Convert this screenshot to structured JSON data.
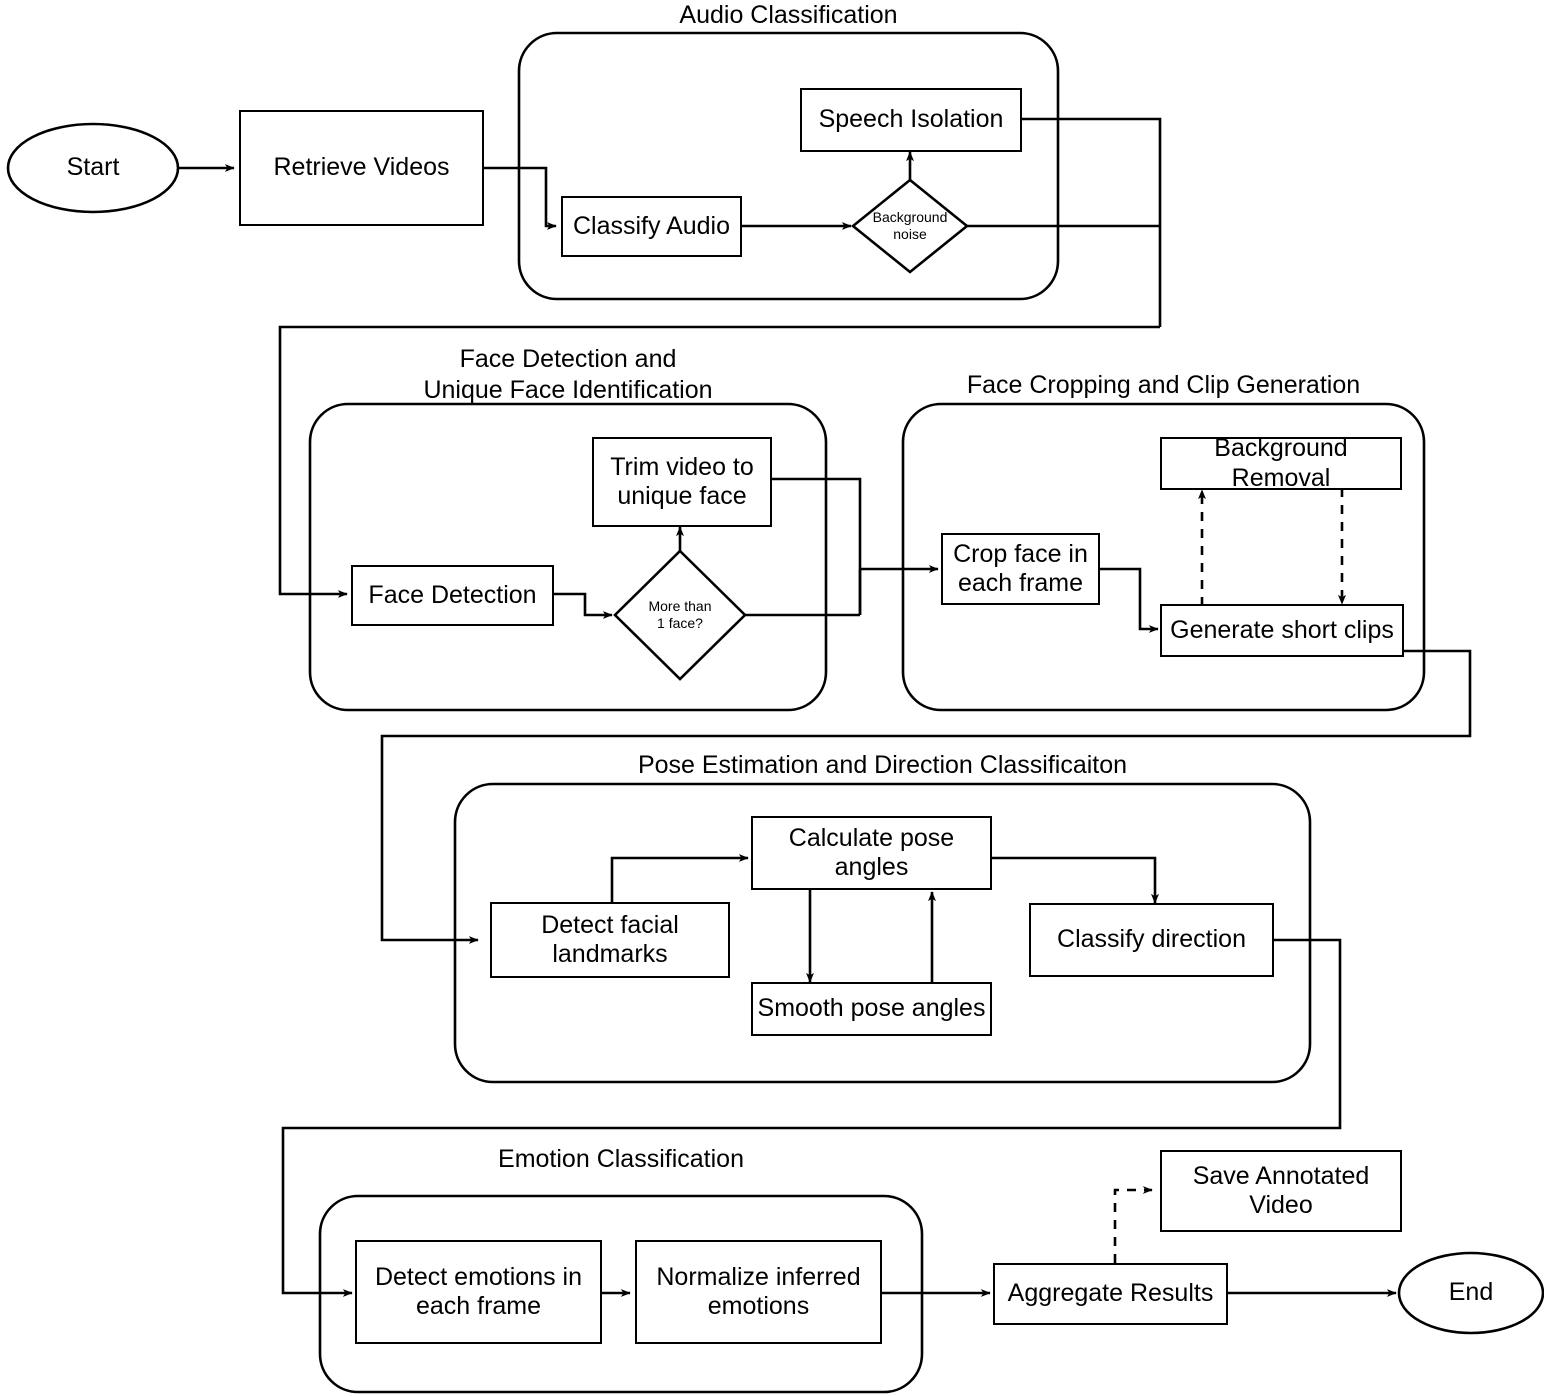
{
  "diagram": {
    "title": "Video Processing Pipeline Flowchart",
    "type": "flowchart",
    "stroke_color": "#000000",
    "fill_color": "#ffffff",
    "text_color": "#000000"
  },
  "terminators": {
    "start": "Start",
    "end": "End"
  },
  "groups": [
    {
      "id": "audio",
      "label": "Audio Classification"
    },
    {
      "id": "face_detect",
      "label": "Face Detection and\nUnique Face Identification"
    },
    {
      "id": "face_crop",
      "label": "Face Cropping and Clip Generation"
    },
    {
      "id": "pose",
      "label": "Pose Estimation and Direction Classificaiton"
    },
    {
      "id": "emotion",
      "label": "Emotion Classification"
    }
  ],
  "nodes": {
    "retrieve_videos": "Retrieve Videos",
    "speech_isolation": "Speech Isolation",
    "classify_audio": "Classify Audio",
    "background_noise": "Background\nnoise",
    "trim_video": "Trim video to\nunique face",
    "face_detection": "Face Detection",
    "more_than_1_face": "More than\n1 face?",
    "background_removal": "Background Removal",
    "crop_face": "Crop face in\neach frame",
    "generate_clips": "Generate short clips",
    "calculate_pose_angles": "Calculate pose\nangles",
    "detect_facial_landmarks": "Detect facial\nlandmarks",
    "smooth_pose_angles": "Smooth pose angles",
    "classify_direction": "Classify direction",
    "detect_emotions": "Detect emotions in\neach frame",
    "normalize_emotions": "Normalize inferred\nemotions",
    "aggregate_results": "Aggregate Results",
    "save_annotated_video": "Save Annotated\nVideo"
  },
  "edges": [
    {
      "from": "start",
      "to": "retrieve_videos",
      "style": "solid"
    },
    {
      "from": "retrieve_videos",
      "to": "classify_audio",
      "style": "solid"
    },
    {
      "from": "classify_audio",
      "to": "background_noise",
      "style": "solid"
    },
    {
      "from": "background_noise",
      "to": "speech_isolation",
      "style": "solid",
      "label": ""
    },
    {
      "from": "background_noise",
      "to": "face_detection",
      "style": "solid"
    },
    {
      "from": "speech_isolation",
      "to": "face_detection",
      "style": "solid"
    },
    {
      "from": "face_detection",
      "to": "more_than_1_face",
      "style": "solid"
    },
    {
      "from": "more_than_1_face",
      "to": "trim_video",
      "style": "solid"
    },
    {
      "from": "more_than_1_face",
      "to": "crop_face",
      "style": "solid"
    },
    {
      "from": "trim_video",
      "to": "crop_face",
      "style": "solid"
    },
    {
      "from": "crop_face",
      "to": "generate_clips",
      "style": "solid"
    },
    {
      "from": "generate_clips",
      "to": "background_removal",
      "style": "dashed"
    },
    {
      "from": "background_removal",
      "to": "generate_clips",
      "style": "dashed"
    },
    {
      "from": "generate_clips",
      "to": "detect_facial_landmarks",
      "style": "solid"
    },
    {
      "from": "detect_facial_landmarks",
      "to": "calculate_pose_angles",
      "style": "solid"
    },
    {
      "from": "calculate_pose_angles",
      "to": "smooth_pose_angles",
      "style": "solid"
    },
    {
      "from": "smooth_pose_angles",
      "to": "calculate_pose_angles",
      "style": "solid"
    },
    {
      "from": "calculate_pose_angles",
      "to": "classify_direction",
      "style": "solid"
    },
    {
      "from": "classify_direction",
      "to": "detect_emotions",
      "style": "solid"
    },
    {
      "from": "detect_emotions",
      "to": "normalize_emotions",
      "style": "solid"
    },
    {
      "from": "normalize_emotions",
      "to": "aggregate_results",
      "style": "solid"
    },
    {
      "from": "aggregate_results",
      "to": "save_annotated_video",
      "style": "dashed"
    },
    {
      "from": "aggregate_results",
      "to": "end",
      "style": "solid"
    }
  ]
}
